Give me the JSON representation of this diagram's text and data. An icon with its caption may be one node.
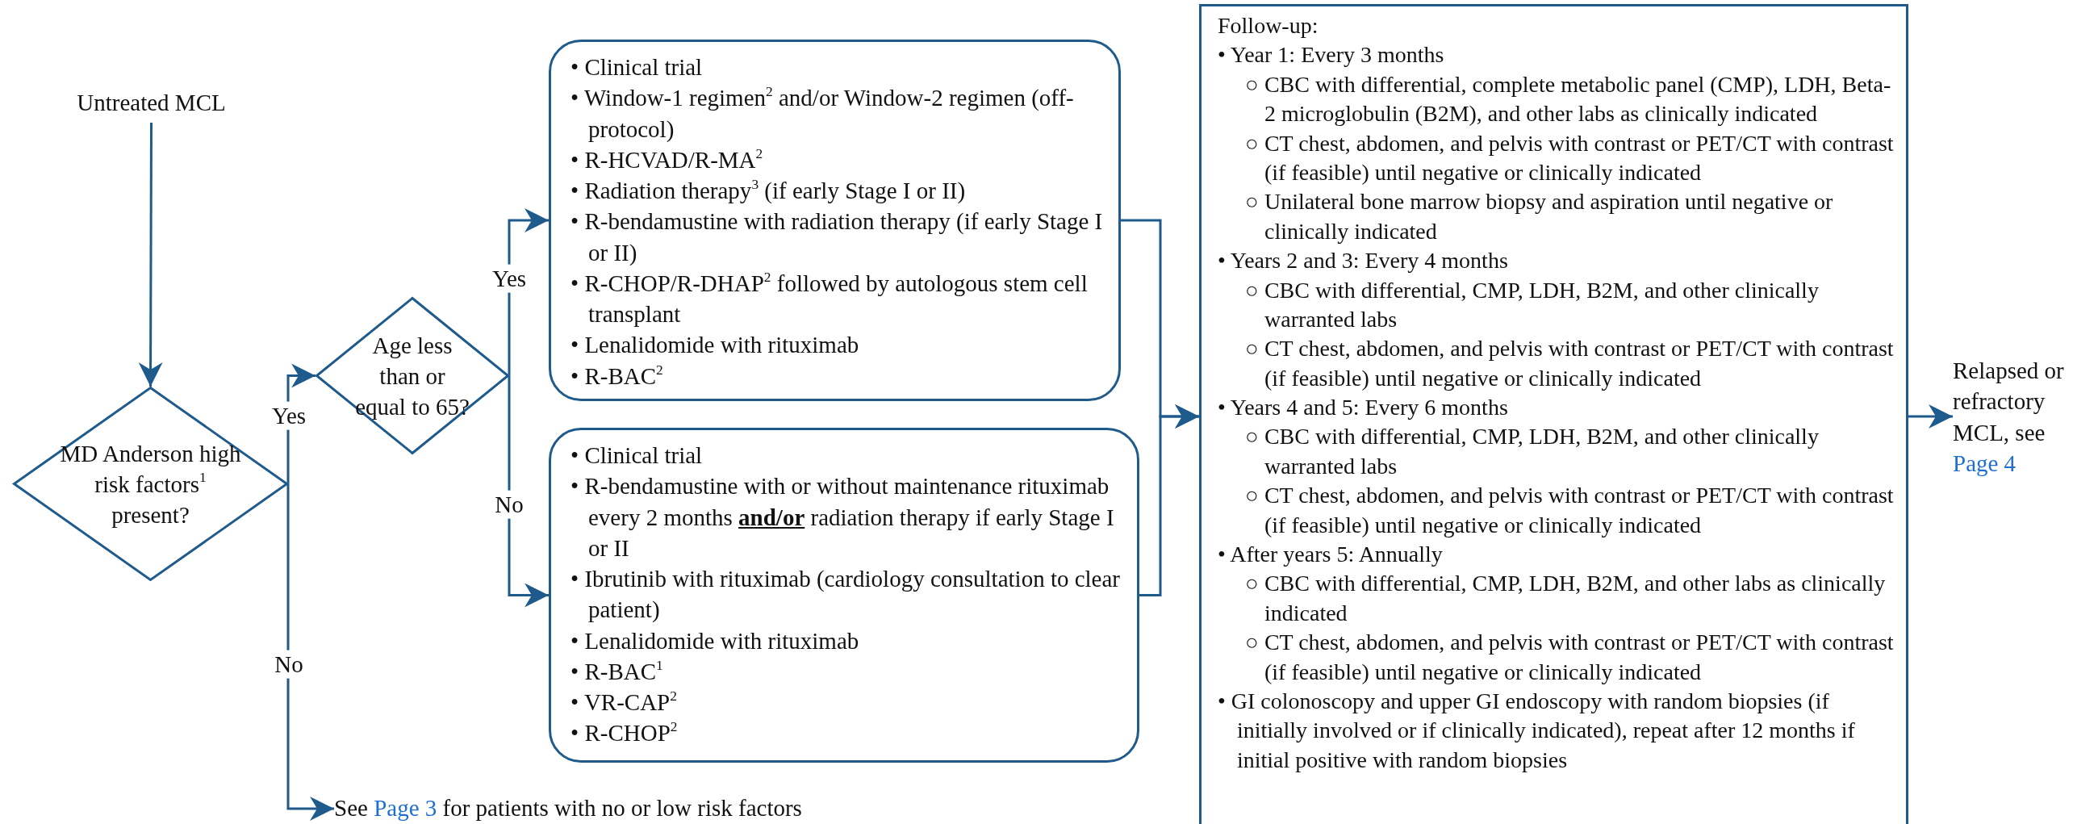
{
  "diagram": {
    "nodes": [
      {
        "text": [
          "Untreated MCL"
        ]
      },
      {
        "text": [
          "MD Anderson high risk factors$^{1}$ present?"
        ]
      },
      {
        "text": [
          "Age less than or equal to 65?"
        ]
      },
      {
        "text": [
          "• Clinical trial",
          "• Window-1 regimen$^{2}$ and/or Window-2 regimen (off-protocol)",
          "• R-HCVAD/R-MA$^{2}$",
          "• Radiation therapy$^{3}$ (if early Stage I or II)",
          "• R-bendamustine with radiation therapy (if early Stage I or II)",
          "• R-CHOP/R-DHAP$^{2}$ followed by autologous stem cell transplant",
          "• Lenalidomide with rituximab",
          "• R-BAC$^{2}$"
        ]
      },
      {
        "text": [
          "• Clinical trial",
          "• R-bendamustine with or without maintenance rituximab every 2 months **and/or** radiation therapy if early Stage I or II",
          "• Ibrutinib with rituximab (cardiology consultation to clear patient)",
          "• Lenalidomide with rituximab",
          "• R-BAC$^{1}$",
          "• VR-CAP$^{2}$",
          "• R-CHOP$^{2}$"
        ]
      },
      {
        "text": [
          "Follow-up:",
          "• Year 1: Every 3 months",
          "○ CBC with differential, complete metabolic panel (CMP), LDH, Beta-2 microglobulin (B2M), and other labs as clinically indicated",
          "○ CT chest, abdomen, and pelvis with contrast or PET/CT with contrast (if feasible) until negative or clinically indicated",
          "○ Unilateral bone marrow biopsy and aspiration until negative or clinically indicated",
          "• Years 2 and 3: Every 4 months",
          "○ CBC with differential, CMP, LDH, B2M, and other clinically warranted labs",
          "○ CT chest, abdomen, and pelvis with contrast or PET/CT with contrast (if feasible) until negative or clinically indicated",
          "• Years 4 and 5: Every 6 months",
          "○ CBC with differential, CMP, LDH, B2M, and other clinically warranted labs",
          "○ CT chest, abdomen, and pelvis with contrast or PET/CT with contrast (if feasible) until negative or clinically indicated",
          "• After years 5: Annually",
          "○ CBC with differential, CMP, LDH, B2M, and other labs as clinically indicated",
          "○ CT chest, abdomen, and pelvis with contrast or PET/CT with contrast (if feasible) until negative or clinically indicated",
          "• GI colonoscopy and upper GI endoscopy with random biopsies (if initially involved or if clinically indicated), repeat after 12 months if initial positive with random biopsies"
        ]
      },
      {
        "text": [
          "Relapsed or refractory MCL, see",
          "Page 4"
        ]
      },
      {
        "text": [
          "See",
          "Page 3",
          "for patients with no or low risk factors"
        ]
      }
    ],
    "edges": [
      {
        "from": 0,
        "to": 1,
        "arrow": "to"
      },
      {
        "from": 1,
        "to": 2,
        "arrow": "to",
        "label": "Yes"
      },
      {
        "from": 1,
        "to": 7,
        "arrow": "to",
        "label": "No"
      },
      {
        "from": 2,
        "to": 3,
        "arrow": "to",
        "label": "Yes"
      },
      {
        "from": 2,
        "to": 4,
        "arrow": "to",
        "label": "No"
      },
      {
        "from": 3,
        "to": 5,
        "arrow": "to"
      },
      {
        "from": 4,
        "to": 5,
        "arrow": "to"
      },
      {
        "from": 5,
        "to": 6,
        "arrow": "to"
      }
    ]
  }
}
